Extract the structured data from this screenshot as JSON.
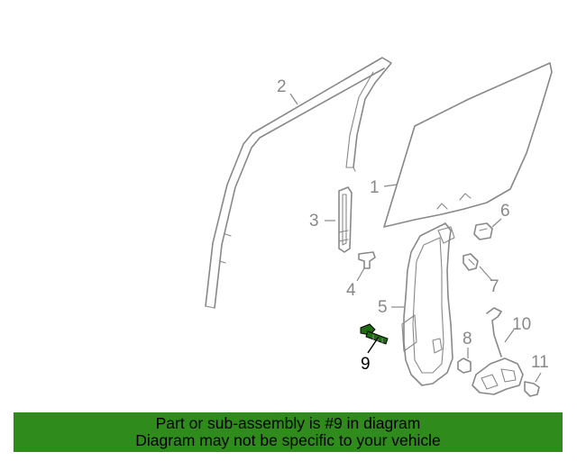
{
  "diagram": {
    "callouts": [
      "1",
      "2",
      "3",
      "4",
      "5",
      "6",
      "7",
      "8",
      "9",
      "10",
      "11"
    ],
    "highlighted_callout": "9",
    "highlight_color": "#1f6d12",
    "outline_color": "#888888"
  },
  "banner": {
    "line1": "Part or sub-assembly is #9 in diagram",
    "line2": "Diagram may not be specific to your vehicle",
    "background": "#2e8b1c"
  }
}
